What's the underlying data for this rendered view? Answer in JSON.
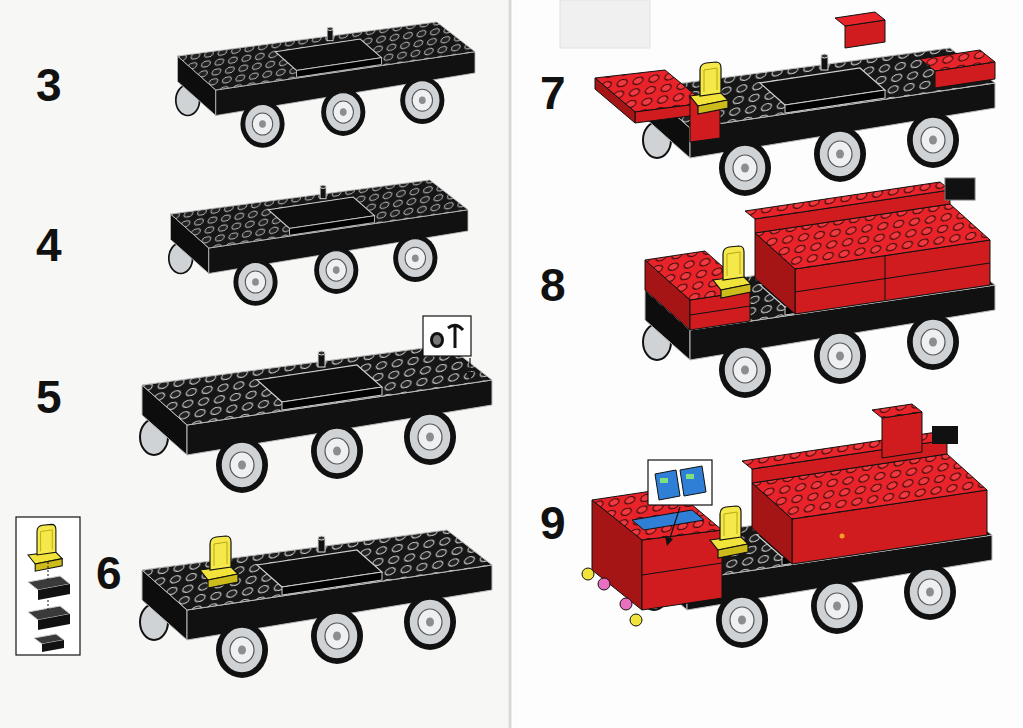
{
  "diagram": {
    "labels": [
      "3",
      "4",
      "5",
      "6",
      "7",
      "8",
      "9"
    ]
  }
}
